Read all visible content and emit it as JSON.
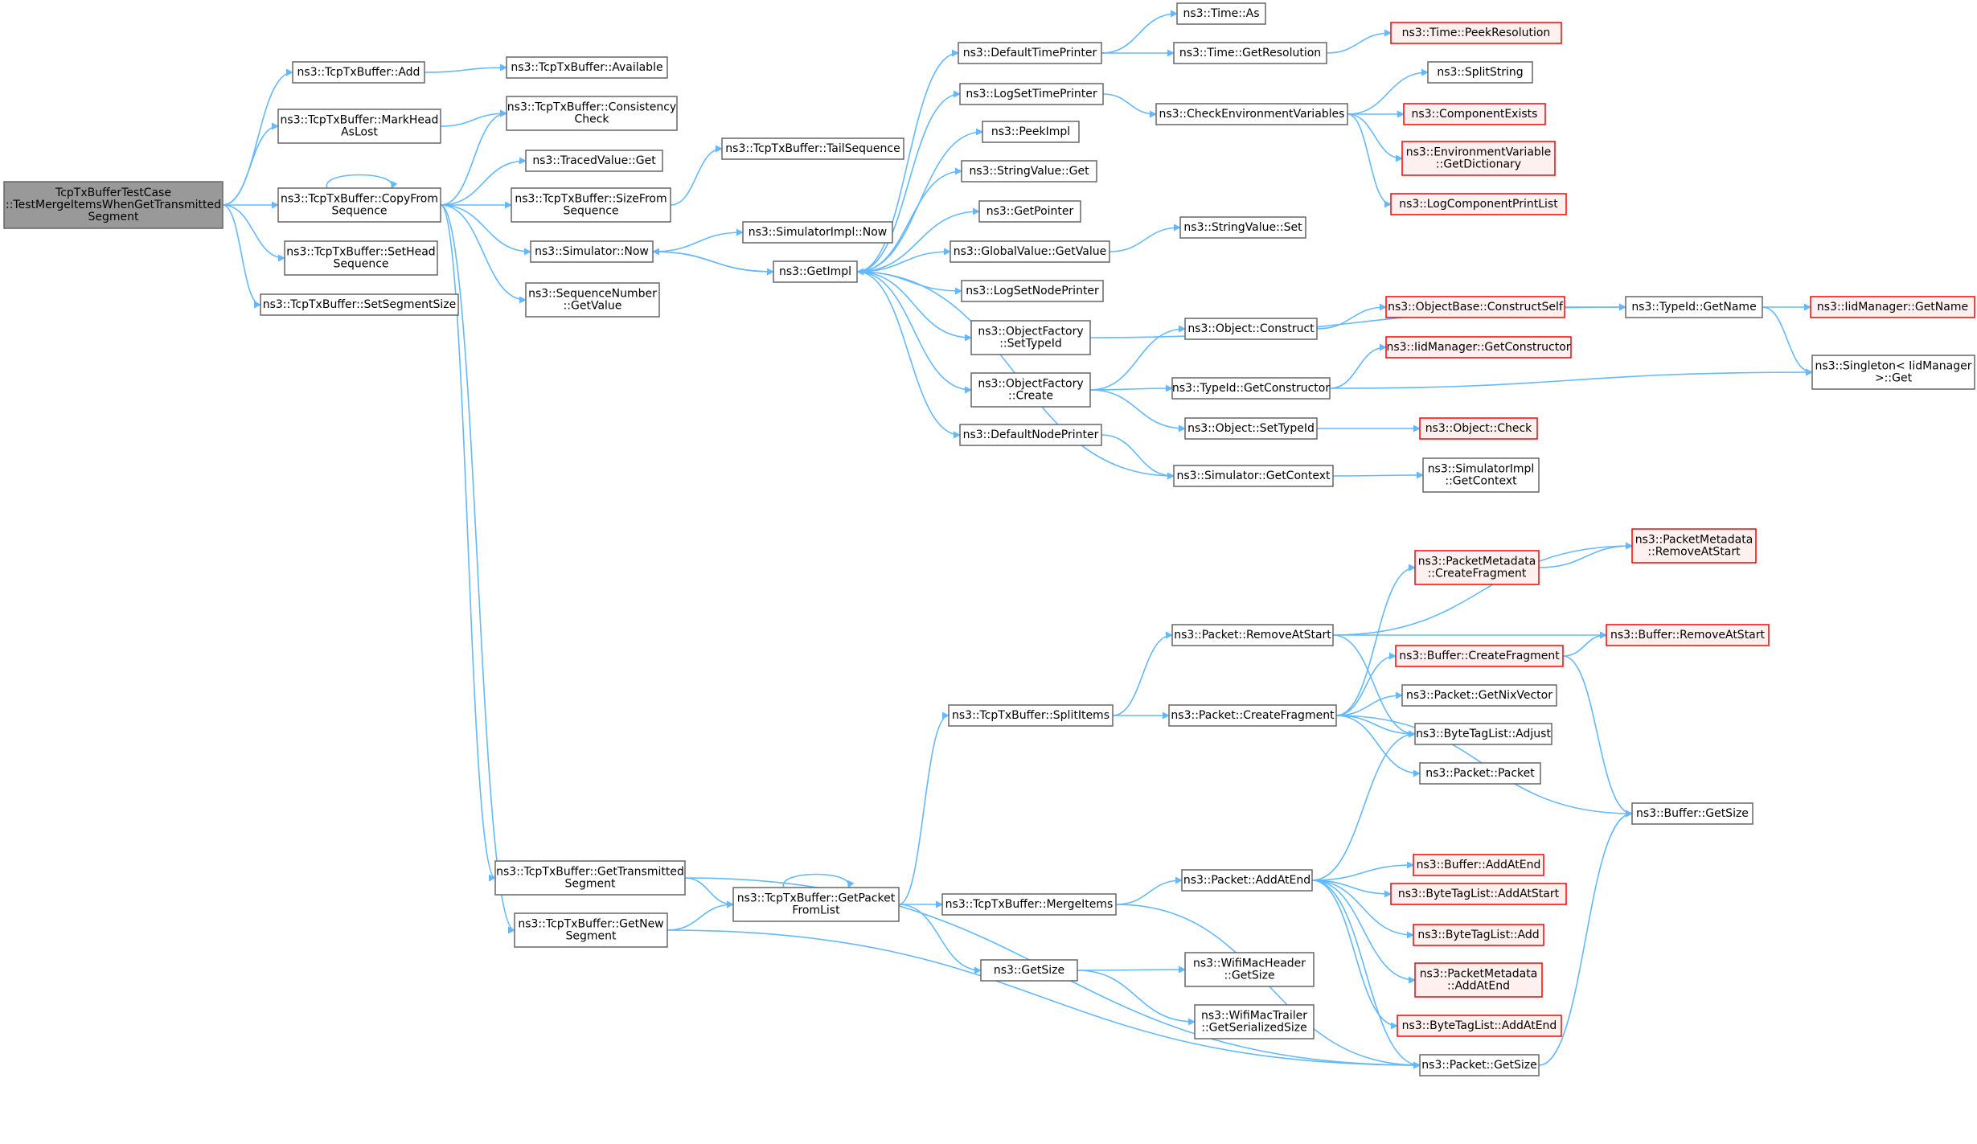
{
  "colors": {
    "edge": "#63b8ff",
    "node_border": "#666666",
    "node_fill": "#ffffff",
    "root_fill": "#999999",
    "truncated_border": "#ff0000",
    "truncated_fill": "#fff0f0"
  },
  "nodes": [
    {
      "id": "root",
      "lines": [
        "TcpTxBufferTestCase",
        "::TestMergeItemsWhenGetTransmitted",
        "Segment"
      ],
      "style": "root"
    },
    {
      "id": "add",
      "lines": [
        "ns3::TcpTxBuffer::Add"
      ],
      "style": "normal"
    },
    {
      "id": "available",
      "lines": [
        "ns3::TcpTxBuffer::Available"
      ],
      "style": "normal"
    },
    {
      "id": "markhead",
      "lines": [
        "ns3::TcpTxBuffer::MarkHead",
        "AsLost"
      ],
      "style": "normal"
    },
    {
      "id": "consistency",
      "lines": [
        "ns3::TcpTxBuffer::Consistency",
        "Check"
      ],
      "style": "normal"
    },
    {
      "id": "tracedvalue",
      "lines": [
        "ns3::TracedValue::Get"
      ],
      "style": "normal"
    },
    {
      "id": "copyfrom",
      "lines": [
        "ns3::TcpTxBuffer::CopyFrom",
        "Sequence"
      ],
      "style": "normal"
    },
    {
      "id": "sizefrom",
      "lines": [
        "ns3::TcpTxBuffer::SizeFrom",
        "Sequence"
      ],
      "style": "normal"
    },
    {
      "id": "tailseq",
      "lines": [
        "ns3::TcpTxBuffer::TailSequence"
      ],
      "style": "normal"
    },
    {
      "id": "simnow",
      "lines": [
        "ns3::Simulator::Now"
      ],
      "style": "normal"
    },
    {
      "id": "simimplnow",
      "lines": [
        "ns3::SimulatorImpl::Now"
      ],
      "style": "normal"
    },
    {
      "id": "setheadseq",
      "lines": [
        "ns3::TcpTxBuffer::SetHead",
        "Sequence"
      ],
      "style": "normal"
    },
    {
      "id": "setsegsize",
      "lines": [
        "ns3::TcpTxBuffer::SetSegmentSize"
      ],
      "style": "normal"
    },
    {
      "id": "seqnumget",
      "lines": [
        "ns3::SequenceNumber",
        "::GetValue"
      ],
      "style": "normal"
    },
    {
      "id": "getimpl",
      "lines": [
        "ns3::GetImpl"
      ],
      "style": "normal"
    },
    {
      "id": "deftimeprinter",
      "lines": [
        "ns3::DefaultTimePrinter"
      ],
      "style": "normal"
    },
    {
      "id": "timeas",
      "lines": [
        "ns3::Time::As"
      ],
      "style": "normal"
    },
    {
      "id": "timegetres",
      "lines": [
        "ns3::Time::GetResolution"
      ],
      "style": "normal"
    },
    {
      "id": "timepeekres",
      "lines": [
        "ns3::Time::PeekResolution"
      ],
      "style": "truncated"
    },
    {
      "id": "logsettime",
      "lines": [
        "ns3::LogSetTimePrinter"
      ],
      "style": "normal"
    },
    {
      "id": "checkenv",
      "lines": [
        "ns3::CheckEnvironmentVariables"
      ],
      "style": "normal"
    },
    {
      "id": "splitstring",
      "lines": [
        "ns3::SplitString"
      ],
      "style": "normal"
    },
    {
      "id": "compexists",
      "lines": [
        "ns3::ComponentExists"
      ],
      "style": "truncated"
    },
    {
      "id": "envgetdict",
      "lines": [
        "ns3::EnvironmentVariable",
        "::GetDictionary"
      ],
      "style": "truncated"
    },
    {
      "id": "logcompprint",
      "lines": [
        "ns3::LogComponentPrintList"
      ],
      "style": "truncated"
    },
    {
      "id": "peekimpl",
      "lines": [
        "ns3::PeekImpl"
      ],
      "style": "normal"
    },
    {
      "id": "stringvalget",
      "lines": [
        "ns3::StringValue::Get"
      ],
      "style": "normal"
    },
    {
      "id": "getpointer",
      "lines": [
        "ns3::GetPointer"
      ],
      "style": "normal"
    },
    {
      "id": "globalvalget",
      "lines": [
        "ns3::GlobalValue::GetValue"
      ],
      "style": "normal"
    },
    {
      "id": "stringvalset",
      "lines": [
        "ns3::StringValue::Set"
      ],
      "style": "normal"
    },
    {
      "id": "logsetnode",
      "lines": [
        "ns3::LogSetNodePrinter"
      ],
      "style": "normal"
    },
    {
      "id": "objfactsettype",
      "lines": [
        "ns3::ObjectFactory",
        "::SetTypeId"
      ],
      "style": "normal"
    },
    {
      "id": "typeidgetname",
      "lines": [
        "ns3::TypeId::GetName"
      ],
      "style": "normal"
    },
    {
      "id": "iidgetname",
      "lines": [
        "ns3::IidManager::GetName"
      ],
      "style": "truncated"
    },
    {
      "id": "singletonget",
      "lines": [
        "ns3::Singleton< IidManager",
        " >::Get"
      ],
      "style": "normal"
    },
    {
      "id": "objconstruct",
      "lines": [
        "ns3::Object::Construct"
      ],
      "style": "normal"
    },
    {
      "id": "objbaseconstruct",
      "lines": [
        "ns3::ObjectBase::ConstructSelf"
      ],
      "style": "truncated"
    },
    {
      "id": "iidgetctor",
      "lines": [
        "ns3::IidManager::GetConstructor"
      ],
      "style": "truncated"
    },
    {
      "id": "objfactcreate",
      "lines": [
        "ns3::ObjectFactory",
        "::Create"
      ],
      "style": "normal"
    },
    {
      "id": "typeidgetctor",
      "lines": [
        "ns3::TypeId::GetConstructor"
      ],
      "style": "normal"
    },
    {
      "id": "objsettypeid",
      "lines": [
        "ns3::Object::SetTypeId"
      ],
      "style": "normal"
    },
    {
      "id": "objcheck",
      "lines": [
        "ns3::Object::Check"
      ],
      "style": "truncated"
    },
    {
      "id": "defnodeprinter",
      "lines": [
        "ns3::DefaultNodePrinter"
      ],
      "style": "normal"
    },
    {
      "id": "simgetcontext",
      "lines": [
        "ns3::Simulator::GetContext"
      ],
      "style": "normal"
    },
    {
      "id": "simimplgetctx",
      "lines": [
        "ns3::SimulatorImpl",
        "::GetContext"
      ],
      "style": "normal"
    },
    {
      "id": "pmremoveatstart",
      "lines": [
        "ns3::PacketMetadata",
        "::RemoveAtStart"
      ],
      "style": "truncated"
    },
    {
      "id": "pmcreatefrag",
      "lines": [
        "ns3::PacketMetadata",
        "::CreateFragment"
      ],
      "style": "truncated"
    },
    {
      "id": "pktremoveatstart",
      "lines": [
        "ns3::Packet::RemoveAtStart"
      ],
      "style": "normal"
    },
    {
      "id": "bufremoveatstart",
      "lines": [
        "ns3::Buffer::RemoveAtStart"
      ],
      "style": "truncated"
    },
    {
      "id": "bufcreatefrag",
      "lines": [
        "ns3::Buffer::CreateFragment"
      ],
      "style": "truncated"
    },
    {
      "id": "pktgetnix",
      "lines": [
        "ns3::Packet::GetNixVector"
      ],
      "style": "normal"
    },
    {
      "id": "splititems",
      "lines": [
        "ns3::TcpTxBuffer::SplitItems"
      ],
      "style": "normal"
    },
    {
      "id": "pktcreatefrag",
      "lines": [
        "ns3::Packet::CreateFragment"
      ],
      "style": "normal"
    },
    {
      "id": "btladjust",
      "lines": [
        "ns3::ByteTagList::Adjust"
      ],
      "style": "normal"
    },
    {
      "id": "pktpacket",
      "lines": [
        "ns3::Packet::Packet"
      ],
      "style": "normal"
    },
    {
      "id": "bufgetsize",
      "lines": [
        "ns3::Buffer::GetSize"
      ],
      "style": "normal"
    },
    {
      "id": "gettransseg",
      "lines": [
        "ns3::TcpTxBuffer::GetTransmitted",
        "Segment"
      ],
      "style": "normal"
    },
    {
      "id": "getpktfromlist",
      "lines": [
        "ns3::TcpTxBuffer::GetPacket",
        "FromList"
      ],
      "style": "normal"
    },
    {
      "id": "mergeitems",
      "lines": [
        "ns3::TcpTxBuffer::MergeItems"
      ],
      "style": "normal"
    },
    {
      "id": "pktaddatend",
      "lines": [
        "ns3::Packet::AddAtEnd"
      ],
      "style": "normal"
    },
    {
      "id": "bufaddatend",
      "lines": [
        "ns3::Buffer::AddAtEnd"
      ],
      "style": "truncated"
    },
    {
      "id": "btladdatstart",
      "lines": [
        "ns3::ByteTagList::AddAtStart"
      ],
      "style": "truncated"
    },
    {
      "id": "btladd",
      "lines": [
        "ns3::ByteTagList::Add"
      ],
      "style": "truncated"
    },
    {
      "id": "pmaddatend",
      "lines": [
        "ns3::PacketMetadata",
        "::AddAtEnd"
      ],
      "style": "truncated"
    },
    {
      "id": "btladdatend",
      "lines": [
        "ns3::ByteTagList::AddAtEnd"
      ],
      "style": "truncated"
    },
    {
      "id": "getnewseg",
      "lines": [
        "ns3::TcpTxBuffer::GetNew",
        "Segment"
      ],
      "style": "normal"
    },
    {
      "id": "getsize",
      "lines": [
        "ns3::GetSize"
      ],
      "style": "normal"
    },
    {
      "id": "wifimacheader",
      "lines": [
        "ns3::WifiMacHeader",
        "::GetSize"
      ],
      "style": "normal"
    },
    {
      "id": "wifimactrailer",
      "lines": [
        "ns3::WifiMacTrailer",
        "::GetSerializedSize"
      ],
      "style": "normal"
    },
    {
      "id": "pktgetsize",
      "lines": [
        "ns3::Packet::GetSize"
      ],
      "style": "normal"
    }
  ],
  "edges": [
    [
      "root",
      "add"
    ],
    [
      "root",
      "markhead"
    ],
    [
      "root",
      "copyfrom"
    ],
    [
      "root",
      "setheadseq"
    ],
    [
      "root",
      "setsegsize"
    ],
    [
      "add",
      "available"
    ],
    [
      "markhead",
      "consistency"
    ],
    [
      "copyfrom",
      "consistency"
    ],
    [
      "copyfrom",
      "copyfrom"
    ],
    [
      "copyfrom",
      "tracedvalue"
    ],
    [
      "copyfrom",
      "sizefrom"
    ],
    [
      "copyfrom",
      "simnow"
    ],
    [
      "copyfrom",
      "seqnumget"
    ],
    [
      "copyfrom",
      "gettransseg"
    ],
    [
      "copyfrom",
      "getnewseg"
    ],
    [
      "sizefrom",
      "tailseq"
    ],
    [
      "simnow",
      "simimplnow"
    ],
    [
      "simnow",
      "getimpl"
    ],
    [
      "getimpl",
      "simnow"
    ],
    [
      "getimpl",
      "deftimeprinter"
    ],
    [
      "getimpl",
      "logsettime"
    ],
    [
      "getimpl",
      "peekimpl"
    ],
    [
      "getimpl",
      "stringvalget"
    ],
    [
      "getimpl",
      "getpointer"
    ],
    [
      "getimpl",
      "globalvalget"
    ],
    [
      "getimpl",
      "logsetnode"
    ],
    [
      "getimpl",
      "objfactsettype"
    ],
    [
      "getimpl",
      "objfactcreate"
    ],
    [
      "getimpl",
      "defnodeprinter"
    ],
    [
      "deftimeprinter",
      "timeas"
    ],
    [
      "deftimeprinter",
      "timegetres"
    ],
    [
      "timegetres",
      "timepeekres"
    ],
    [
      "logsettime",
      "checkenv"
    ],
    [
      "checkenv",
      "splitstring"
    ],
    [
      "checkenv",
      "compexists"
    ],
    [
      "checkenv",
      "envgetdict"
    ],
    [
      "checkenv",
      "logcompprint"
    ],
    [
      "globalvalget",
      "stringvalset"
    ],
    [
      "objfactsettype",
      "typeidgetname"
    ],
    [
      "typeidgetname",
      "iidgetname"
    ],
    [
      "typeidgetname",
      "singletonget"
    ],
    [
      "objfactcreate",
      "objconstruct"
    ],
    [
      "objfactcreate",
      "typeidgetctor"
    ],
    [
      "objfactcreate",
      "objsettypeid"
    ],
    [
      "objconstruct",
      "objbaseconstruct"
    ],
    [
      "objbaseconstruct",
      "typeidgetname"
    ],
    [
      "typeidgetctor",
      "iidgetctor"
    ],
    [
      "typeidgetctor",
      "singletonget"
    ],
    [
      "objsettypeid",
      "objcheck"
    ],
    [
      "defnodeprinter",
      "simgetcontext"
    ],
    [
      "simgetcontext",
      "getimpl"
    ],
    [
      "simgetcontext",
      "simimplgetctx"
    ],
    [
      "gettransseg",
      "getpktfromlist"
    ],
    [
      "gettransseg",
      "pktgetsize"
    ],
    [
      "getnewseg",
      "getpktfromlist"
    ],
    [
      "getnewseg",
      "pktgetsize"
    ],
    [
      "getpktfromlist",
      "getpktfromlist"
    ],
    [
      "getpktfromlist",
      "splititems"
    ],
    [
      "getpktfromlist",
      "mergeitems"
    ],
    [
      "getpktfromlist",
      "getsize"
    ],
    [
      "splititems",
      "pktremoveatstart"
    ],
    [
      "splititems",
      "pktcreatefrag"
    ],
    [
      "pktremoveatstart",
      "pmremoveatstart"
    ],
    [
      "pktremoveatstart",
      "bufremoveatstart"
    ],
    [
      "pktremoveatstart",
      "btladjust"
    ],
    [
      "pmcreatefrag",
      "pmremoveatstart"
    ],
    [
      "bufcreatefrag",
      "bufremoveatstart"
    ],
    [
      "bufcreatefrag",
      "bufgetsize"
    ],
    [
      "pktcreatefrag",
      "pmcreatefrag"
    ],
    [
      "pktcreatefrag",
      "bufcreatefrag"
    ],
    [
      "pktcreatefrag",
      "pktgetnix"
    ],
    [
      "pktcreatefrag",
      "btladjust"
    ],
    [
      "pktcreatefrag",
      "pktpacket"
    ],
    [
      "pktcreatefrag",
      "bufgetsize"
    ],
    [
      "mergeitems",
      "pktaddatend"
    ],
    [
      "mergeitems",
      "pktgetsize"
    ],
    [
      "pktaddatend",
      "btladjust"
    ],
    [
      "pktaddatend",
      "bufaddatend"
    ],
    [
      "pktaddatend",
      "btladdatstart"
    ],
    [
      "pktaddatend",
      "btladd"
    ],
    [
      "pktaddatend",
      "pmaddatend"
    ],
    [
      "pktaddatend",
      "btladdatend"
    ],
    [
      "pktaddatend",
      "pktgetsize"
    ],
    [
      "getsize",
      "wifimacheader"
    ],
    [
      "getsize",
      "wifimactrailer"
    ],
    [
      "pktgetsize",
      "bufgetsize"
    ]
  ]
}
